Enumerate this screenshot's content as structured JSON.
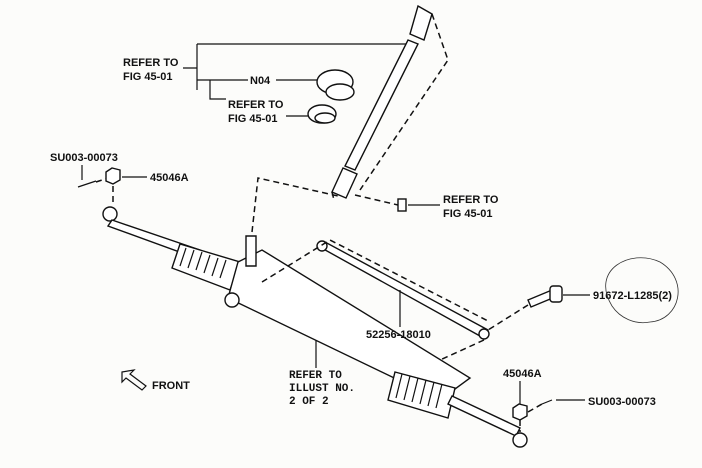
{
  "diagram": {
    "callouts": {
      "refer_top": {
        "line1": "REFER TO",
        "line2": "FIG 45-01"
      },
      "n04": "N04",
      "refer_mid": {
        "line1": "REFER TO",
        "line2": "FIG 45-01"
      },
      "su_left": "SU003-00073",
      "nut_left": "45046A",
      "refer_right": {
        "line1": "REFER TO",
        "line2": "FIG 45-01"
      },
      "rod": "52256-18010",
      "bolt": "91672-L1285(2)",
      "front": "FRONT",
      "refer_illust": {
        "line1": "REFER TO",
        "line2": "ILLUST NO.",
        "line3": "2 OF 2"
      },
      "nut_right": "45046A",
      "su_right": "SU003-00073"
    }
  }
}
